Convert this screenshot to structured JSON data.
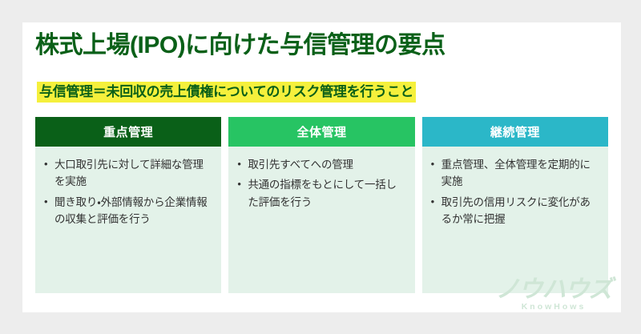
{
  "slide": {
    "title": "株式上場(IPO)に向けた与信管理の要点",
    "subtitle": "与信管理＝未回収の売上債権についてのリスク管理を行うこと"
  },
  "colors": {
    "title_green": "#0a6018",
    "highlight_yellow": "#f5f03c",
    "card1_header": "#0a6018",
    "card2_header": "#27c463",
    "card3_header": "#2bb7c8",
    "card_body": "#e3f2e9",
    "body_text": "#333333",
    "page_background": "#ededed",
    "slide_background": "#ffffff",
    "watermark": "#cfe6d6"
  },
  "cards": [
    {
      "header": "重点管理",
      "header_color": "#0a6018",
      "bullets": [
        "大口取引先に対して詳細な管理を実施",
        "聞き取り・外部情報から企業情報の収集と評価を行う"
      ]
    },
    {
      "header": "全体管理",
      "header_color": "#27c463",
      "bullets": [
        "取引先すべてへの管理",
        "共通の指標をもとにして一括した評価を行う"
      ]
    },
    {
      "header": "継続管理",
      "header_color": "#2bb7c8",
      "bullets": [
        "重点管理、全体管理を定期的に実施",
        "取引先の信用リスクに変化があるか常に把握"
      ]
    }
  ],
  "logo": {
    "kana": "ノウハウズ",
    "roman": "KnowHows"
  }
}
